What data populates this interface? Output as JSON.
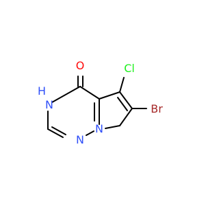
{
  "molecule": {
    "atoms": {
      "O": {
        "text": "O",
        "color": "#ff0d0d"
      },
      "H": {
        "text": "H",
        "color": "#3050f8"
      },
      "N3": {
        "text": "N",
        "color": "#3050f8"
      },
      "N5": {
        "text": "N",
        "color": "#3050f8"
      },
      "N1": {
        "text": "N",
        "color": "#3050f8"
      },
      "Cl": {
        "text": "Cl",
        "color": "#1ff01f"
      },
      "Br": {
        "text": "Br",
        "color": "#a62929"
      }
    }
  }
}
